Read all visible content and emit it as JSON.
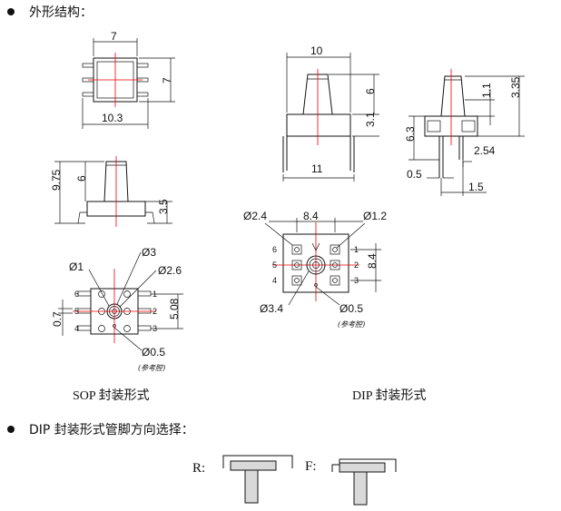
{
  "headers": {
    "outline": "外形结构：",
    "dip_direction": "DIP 封装形式管脚方向选择："
  },
  "captions": {
    "sop": "SOP 封装形式",
    "dip": "DIP 封装形式"
  },
  "sop_top": {
    "width": "7",
    "height": "7",
    "lead_span": "10.3"
  },
  "sop_side": {
    "total": "9.75",
    "nozzle": "6",
    "body": "3.5"
  },
  "sop_bottom": {
    "d_small": "Ø1",
    "d_mid": "Ø3",
    "d_large": "Ø2.6",
    "d_ref": "Ø0.5",
    "pitch": "5.08",
    "pad": "0.7",
    "ref_note": "(参考腔)",
    "pins_left": [
      "6",
      "5",
      "4"
    ],
    "pins_right": [
      "1",
      "2",
      "3"
    ]
  },
  "dip_front": {
    "width": "10",
    "nozzle": "6",
    "body": "3.1",
    "pin_span": "11"
  },
  "dip_side": {
    "a": "1.1",
    "b": "3.35",
    "c": "6.3",
    "d": "2.54",
    "e": "0.5",
    "f": "1.5"
  },
  "dip_bottom": {
    "d_pad": "Ø2.4",
    "pitch": "8.4",
    "d_pin": "Ø1.2",
    "height": "8.4",
    "d_port": "Ø3.4",
    "d_ref": "Ø0.5",
    "ref_note": "(参考腔)",
    "pins_left": [
      "6",
      "5",
      "4"
    ],
    "pins_right": [
      "1",
      "2",
      "3"
    ]
  },
  "direction": {
    "r_label": "R:",
    "f_label": "F:"
  }
}
